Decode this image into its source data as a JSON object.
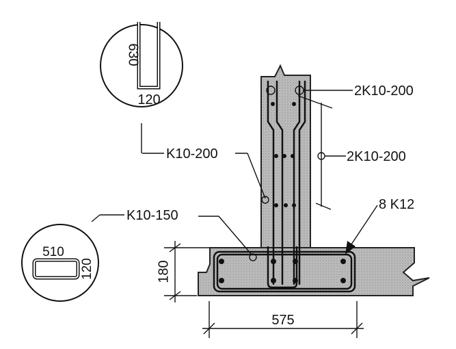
{
  "labels": {
    "detail_top_height": "630",
    "detail_top_width": "120",
    "stirrup_wall_upper": "2K10-200",
    "stirrup_wall_inner": "K10-200",
    "stirrup_wall_middle": "2K10-200",
    "footing_bars": "8 K12",
    "footing_stirrup": "K10-150",
    "detail_bottom_width": "510",
    "detail_bottom_height": "120",
    "footing_height": "180",
    "footing_width": "575"
  }
}
